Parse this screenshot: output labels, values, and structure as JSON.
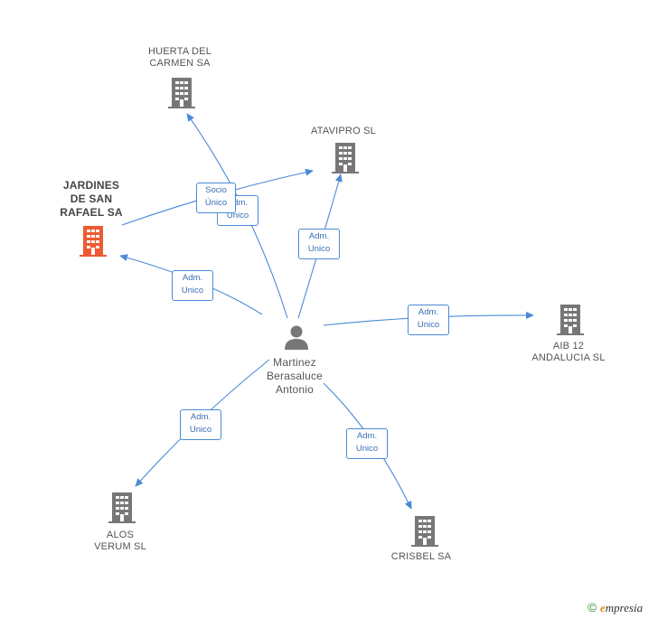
{
  "colors": {
    "edge": "#4a8ad6",
    "building": "#777777",
    "focus": "#ee5a32"
  },
  "nodes": {
    "huerta": {
      "label": "HUERTA DEL\nCARMEN SA",
      "icon": "building-icon"
    },
    "atavipro": {
      "label": "ATAVIPRO SL",
      "icon": "building-icon"
    },
    "jardines": {
      "label": "JARDINES\nDE SAN\nRAFAEL SA",
      "icon": "building-icon"
    },
    "aib": {
      "label": "AIB 12\nANDALUCIA SL",
      "icon": "building-icon"
    },
    "alos": {
      "label": "ALOS\nVERUM SL",
      "icon": "building-icon"
    },
    "crisbel": {
      "label": "CRISBEL SA",
      "icon": "building-icon"
    },
    "person": {
      "label": "Martinez\nBerasaluce\nAntonio",
      "icon": "person-icon"
    }
  },
  "edges": {
    "socio": "Socio\nÚnico",
    "adm_huerta": "Adm.\nUnico",
    "adm_atavipro": "Adm.\nUnico",
    "adm_jardines": "Adm.\nUnico",
    "adm_aib": "Adm.\nUnico",
    "adm_alos": "Adm.\nUnico",
    "adm_crisbel": "Adm.\nUnico"
  },
  "logo": {
    "copyright": "©",
    "brand_initial": "e",
    "brand_rest": "mpresia"
  }
}
